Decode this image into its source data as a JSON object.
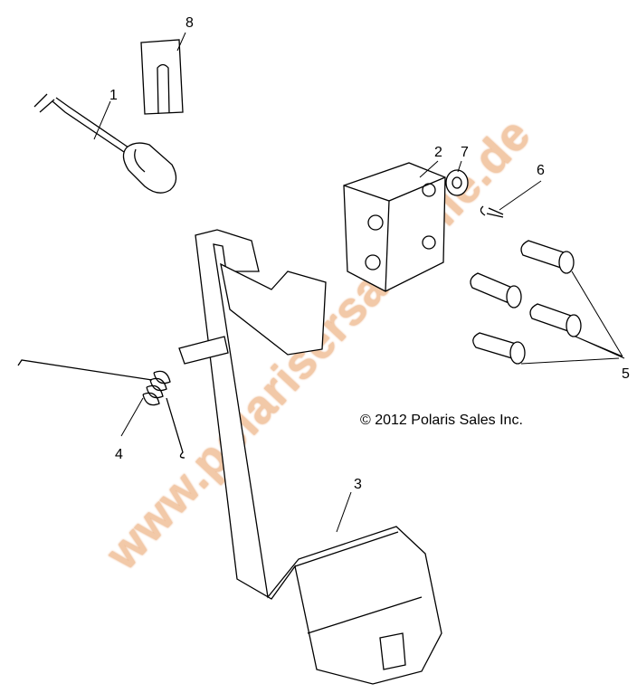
{
  "diagram": {
    "copyright": "© 2012 Polaris Sales Inc.",
    "watermark": "www.polarisersatzteile.de",
    "watermark_color": "#f2c9a8",
    "callouts": [
      "1",
      "2",
      "3",
      "4",
      "5",
      "6",
      "7",
      "8"
    ]
  }
}
